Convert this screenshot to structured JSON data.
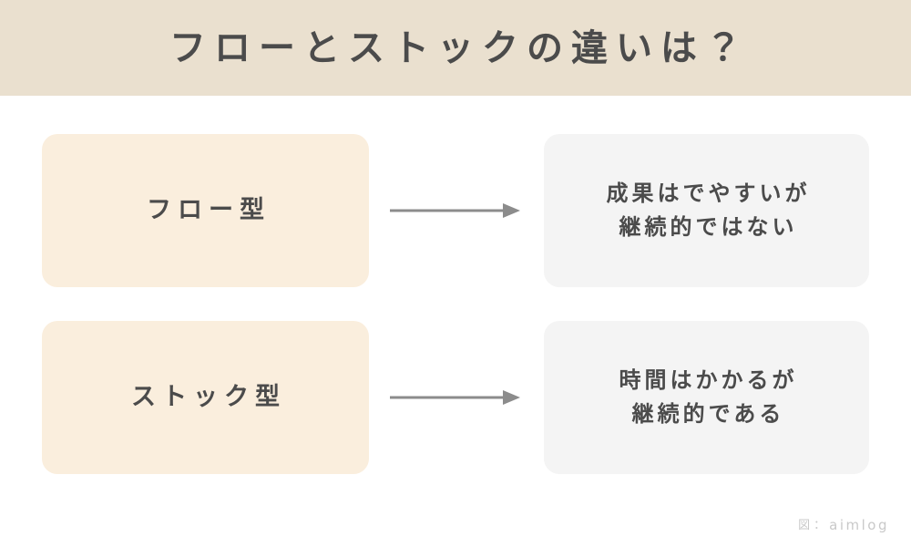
{
  "header": {
    "title": "フローとストックの違いは？",
    "background_color": "#eae0cf",
    "text_color": "#4b4b4b"
  },
  "diagram": {
    "type": "two-row-comparison",
    "arrow_color": "#8c8c8c",
    "left_card_color": "#faeedd",
    "right_card_color": "#f4f4f4",
    "rows": [
      {
        "left_label": "フロー型",
        "arrow_icon": "arrow-right-icon",
        "right_lines": [
          "成果はでやすいが",
          "継続的ではない"
        ]
      },
      {
        "left_label": "ストック型",
        "arrow_icon": "arrow-right-icon",
        "right_lines": [
          "時間はかかるが",
          "継続的である"
        ]
      }
    ]
  },
  "credit": {
    "glyph": "図",
    "separator": "：",
    "name": "aimlog",
    "color": "#c9c9c9"
  }
}
